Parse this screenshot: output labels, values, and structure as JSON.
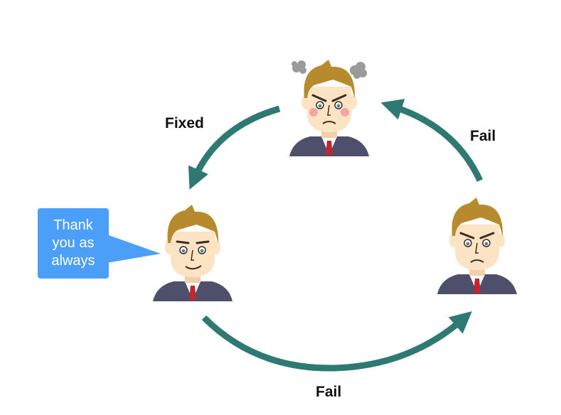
{
  "diagram": {
    "edges": [
      {
        "id": "fixed",
        "label": "Fixed",
        "from": "angry-steaming",
        "to": "smiling"
      },
      {
        "id": "fail-right",
        "label": "Fail",
        "from": "frowning",
        "to": "angry-steaming"
      },
      {
        "id": "fail-bottom",
        "label": "Fail",
        "from": "smiling",
        "to": "frowning"
      }
    ],
    "bubble": {
      "text": "Thank you as always"
    },
    "colors": {
      "arrow": "#2e7a72",
      "bubble": "#4b9ff8",
      "suit": "#4e4f6b",
      "tie": "#c0262c",
      "hair": "#b88a2e",
      "skin": "#fbe3c4"
    },
    "people": [
      {
        "id": "angry-steaming",
        "expression": "angry-steaming"
      },
      {
        "id": "smiling",
        "expression": "smiling"
      },
      {
        "id": "frowning",
        "expression": "frowning"
      }
    ]
  }
}
